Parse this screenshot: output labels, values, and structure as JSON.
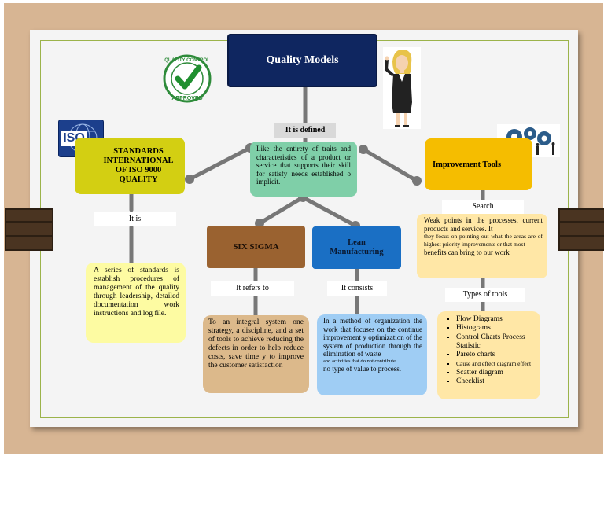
{
  "title": "Quality Models",
  "center": {
    "label": "It is defined",
    "text": "Like the entirety of traits and characteristics of a product or service that supports their skill for satisfy needs established o implicit."
  },
  "standards": {
    "title": "STANDARDS INTERNATIONAL OF ISO 9000 QUALITY",
    "logo": "ISO",
    "label": "It is",
    "text": "A series of standards is establish procedures of management of the quality through leadership, detailed documentation work instructions and log file."
  },
  "six_sigma": {
    "title": "SIX SIGMA",
    "label": "It refers to",
    "text": "To an integral system one strategy, a discipline, and a set of tools to achieve reducing the defects in order to help reduce costs, save time y to improve the customer satisfaction"
  },
  "lean": {
    "title": "Lean Manufacturing",
    "label": "It consists",
    "text": "In a method of organization the work that focuses on the continue improvement y optimization of the system of production through the elimination of waste",
    "small_text": "and activities that do not contribute",
    "text_end": "no type of value to process."
  },
  "improvement": {
    "title": "Improvement Tools",
    "label": "Search",
    "text_a": "Weak points in the processes, current products and services. It",
    "text_b": "they focus on pointing out what the areas are of highest priority improvements or that most",
    "text_c": "benefits can bring to our work",
    "types_label": "Types of tools",
    "tools": [
      "Flow Diagrams",
      "Histograms",
      "Control Charts Process Statistic",
      "Pareto charts",
      "Cause and effect diagram effect",
      "Scatter diagram",
      "Checklist"
    ]
  },
  "stamp": {
    "top_text": "QUALITY CONTROL",
    "bottom_text": "APPROVED"
  },
  "colors": {
    "title_box": "#0f2660",
    "center_box": "#7fcfa8",
    "standards_box": "#d3cf12",
    "six_sigma_box": "#9a6230",
    "lean_box": "#1a6fc4",
    "improvement_box": "#f5bd00",
    "yellow_note": "#fdfba2",
    "tan_note": "#dcb98b",
    "blue_note": "#9fcdf4",
    "peach_note": "#ffe7a6"
  }
}
